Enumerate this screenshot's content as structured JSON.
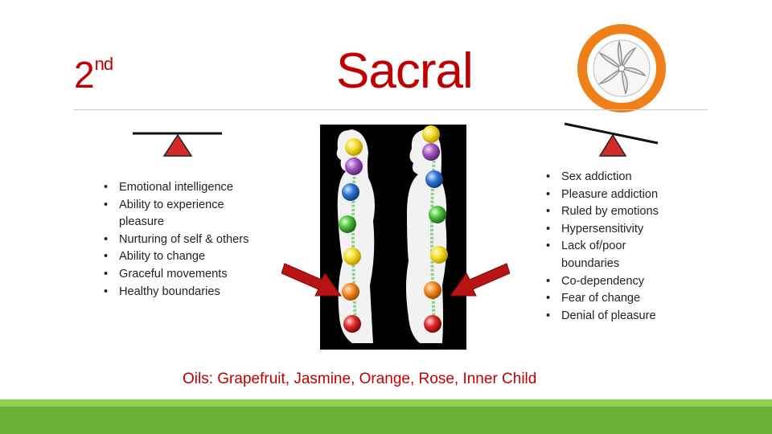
{
  "header": {
    "number_main": "2",
    "number_suffix": "nd",
    "title": "Sacral"
  },
  "balanced": {
    "items": [
      "Emotional intelligence",
      "Ability to experience pleasure",
      "Nurturing of self & others",
      "Ability to change",
      "Graceful movements",
      "Healthy boundaries"
    ]
  },
  "imbalanced": {
    "items": [
      "Sex addiction",
      "Pleasure addiction",
      "Ruled by emotions",
      "Hypersensitivity",
      "Lack of/poor boundaries",
      "Co-dependency",
      "Fear of change",
      "Denial of pleasure"
    ]
  },
  "oils": {
    "text": "Oils:  Grapefruit, Jasmine, Orange, Rose, Inner Child"
  },
  "colors": {
    "title": "#c00000",
    "accent_orange": "#f07f1a",
    "footer_green": "#68b334",
    "arrow_red": "#b81414",
    "scale_triangle": "#d42a2a"
  },
  "icons": {
    "sacral_symbol": "sacral-chakra-symbol-icon",
    "balance_scale": "balance-scale-icon",
    "arrow": "arrow-icon"
  }
}
